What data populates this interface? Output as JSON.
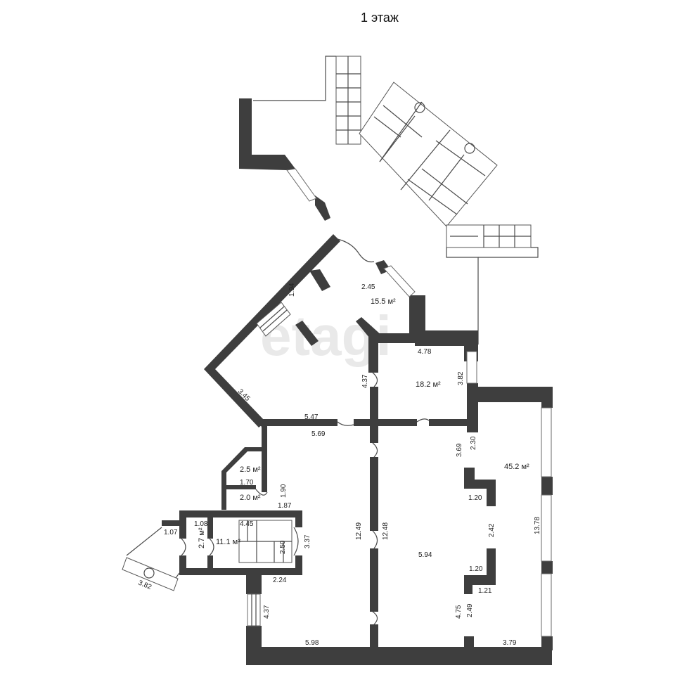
{
  "title": "1 этаж",
  "watermark": "etagi",
  "rooms": [
    {
      "id": "hall",
      "area": "15.5 м²"
    },
    {
      "id": "office",
      "area": "18.2 м²"
    },
    {
      "id": "main-hall",
      "area": "45.2 м²"
    },
    {
      "id": "storage-a",
      "area": "2.5 м²"
    },
    {
      "id": "storage-b",
      "area": "2.0 м²"
    },
    {
      "id": "vestibule",
      "area": "2.7 м²"
    },
    {
      "id": "stairwell",
      "area": "11.1 м²"
    }
  ],
  "dimensions": {
    "d_1_94": "1.94",
    "d_2_45": "2.45",
    "d_3_45": "3.45",
    "d_4_78": "4.78",
    "d_3_82_right": "3.82",
    "d_4_37_mid": "4.37",
    "d_5_47": "5.47",
    "d_5_69": "5.69",
    "d_3_69": "3.69",
    "d_2_30": "2.30",
    "d_1_70": "1.70",
    "d_1_90": "1.90",
    "d_1_87": "1.87",
    "d_1_08": "1.08",
    "d_4_45": "4.45",
    "d_1_07": "1.07",
    "d_2_50": "2.50",
    "d_3_37": "3.37",
    "d_2_24": "2.24",
    "d_3_82_left": "3.82",
    "d_4_37_left": "4.37",
    "d_12_49": "12.49",
    "d_12_48": "12.48",
    "d_5_94": "5.94",
    "d_1_20_top": "1.20",
    "d_2_42": "2.42",
    "d_1_20_bottom": "1.20",
    "d_1_21": "1.21",
    "d_13_78": "13.78",
    "d_4_75": "4.75",
    "d_2_49": "2.49",
    "d_5_98": "5.98",
    "d_3_79": "3.79"
  }
}
